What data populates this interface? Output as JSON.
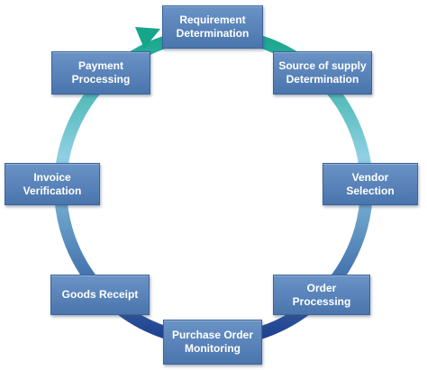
{
  "diagram": {
    "colors": {
      "node_fill": "#5b86bd",
      "ring_top": "#15a58a",
      "ring_mid": "#8fd0e4",
      "ring_bottom": "#1c3f8e"
    },
    "steps": [
      {
        "label": "Requirement\nDetermination"
      },
      {
        "label": "Source of supply\nDetermination"
      },
      {
        "label": "Vendor Selection"
      },
      {
        "label": "Order Processing"
      },
      {
        "label": "Purchase Order\nMonitoring"
      },
      {
        "label": "Goods Receipt"
      },
      {
        "label": "Invoice\nVerification"
      },
      {
        "label": "Payment\nProcessing"
      }
    ]
  }
}
